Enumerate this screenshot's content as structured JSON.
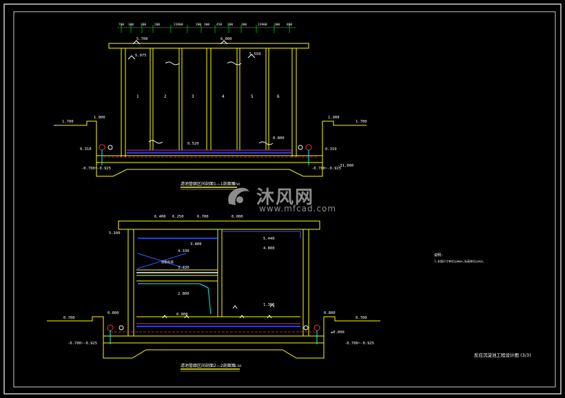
{
  "top_dims": [
    "700",
    "300",
    "300",
    "200",
    "23900",
    "200",
    "300",
    "450",
    "200",
    "300",
    "23900",
    "300",
    "800"
  ],
  "top_levels": {
    "roof_left": "5.700",
    "roof_mid": "6.000",
    "wl_left": "5.075",
    "wl_right": "5.550",
    "ground_left_a": "1.900",
    "ground_left_b": "1.700",
    "ground_right_a": "1.900",
    "ground_right_b": "1.700",
    "base_left": "0.310",
    "base_right": "0.310",
    "low_left": "-0.700~-0.925",
    "low_right": "-0.700~-0.925",
    "mid_a": "0.520",
    "mid_b": "0.800",
    "far_right": "-31.000"
  },
  "cells": [
    "1",
    "2",
    "3",
    "4",
    "5",
    "6"
  ],
  "section1_title": "滤池管廊区间剖面1—1剖面图",
  "section1_scale": "1:50",
  "bottom_levels": {
    "left_top": "5.100",
    "a": "6.400",
    "b": "6.250",
    "c": "6.700",
    "d": "6.000",
    "e": "5.440",
    "f": "4.800",
    "g": "4.330",
    "h": "3.800",
    "i": "3.330",
    "j": "2.800",
    "k": "1.365",
    "l": "0.800",
    "ground_left": "0.700",
    "ground_right": "0.700",
    "side_left": "0.800",
    "side_right": "0.800",
    "low_left": "-0.700~-0.925",
    "low_right": "-0.700~-0.925",
    "right_extra": "±0.000",
    "label_mid": "滤板标高"
  },
  "section2_title": "滤池管廊区间剖面2—2剖面图",
  "section2_scale": "1:50",
  "notes_title": "说明:",
  "notes_line": "1.本图尺寸单位以mm计,标高单位以m计。",
  "drawing_title": "反应沉淀池工程设计图 (3/3)",
  "watermark_cn": "沐风网",
  "watermark_en": "www.mfcad.com",
  "colors": {
    "line": "#ffff00",
    "cyan": "#00ffff",
    "white": "#ffffff",
    "blue": "#3b5bff",
    "green": "#00ff00",
    "red": "#ff3030",
    "magenta": "#ff40ff"
  }
}
